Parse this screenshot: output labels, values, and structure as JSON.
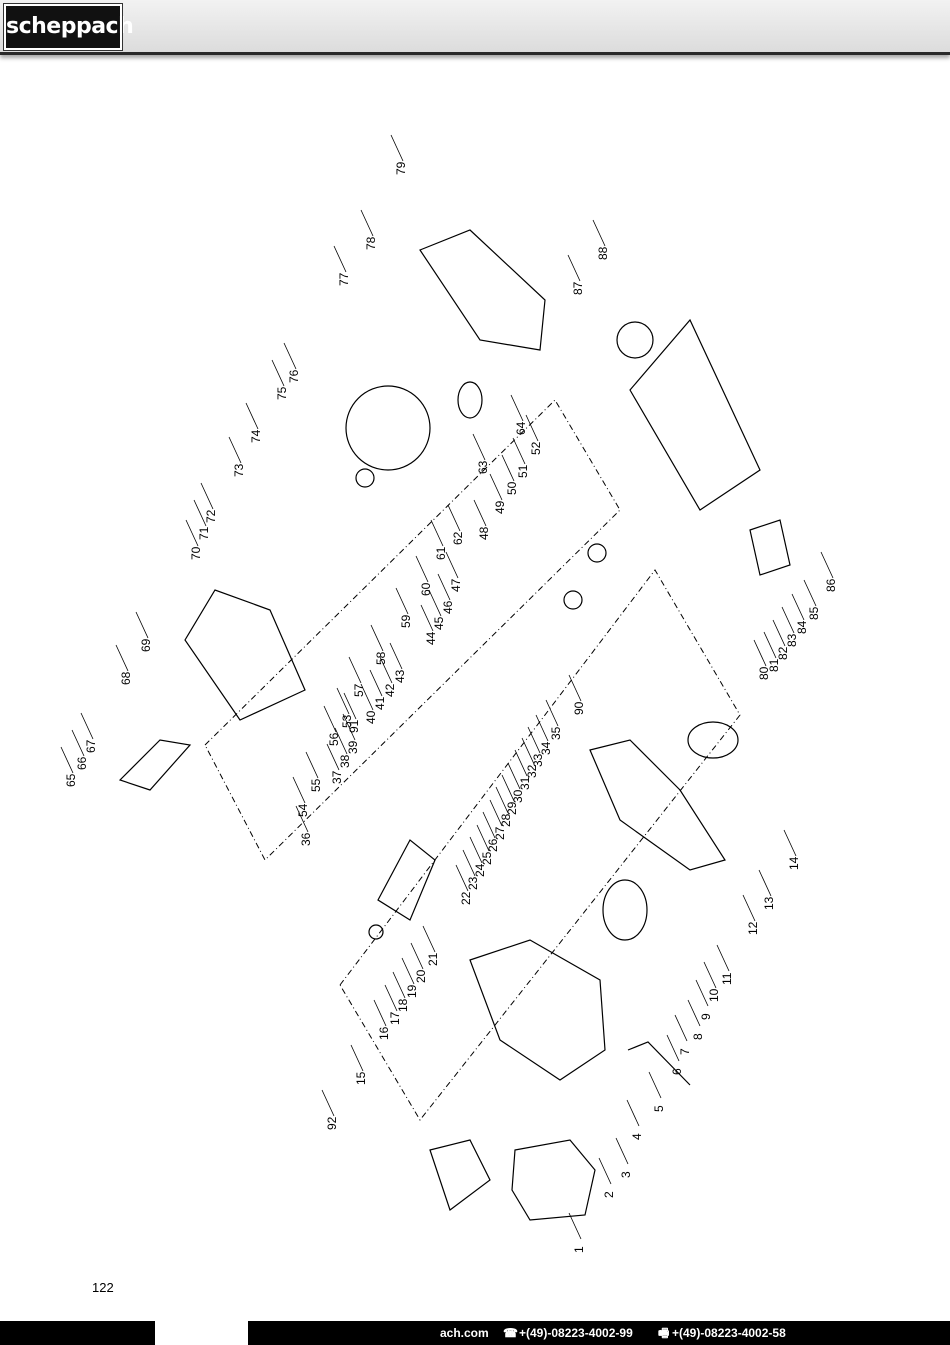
{
  "header": {
    "logo_text": "scheppach"
  },
  "diagram": {
    "callouts": [
      {
        "n": "1"
      },
      {
        "n": "2"
      },
      {
        "n": "3"
      },
      {
        "n": "4"
      },
      {
        "n": "5"
      },
      {
        "n": "6"
      },
      {
        "n": "7"
      },
      {
        "n": "8"
      },
      {
        "n": "9"
      },
      {
        "n": "10"
      },
      {
        "n": "11"
      },
      {
        "n": "12"
      },
      {
        "n": "13"
      },
      {
        "n": "14"
      },
      {
        "n": "15"
      },
      {
        "n": "16"
      },
      {
        "n": "17"
      },
      {
        "n": "18"
      },
      {
        "n": "19"
      },
      {
        "n": "20"
      },
      {
        "n": "21"
      },
      {
        "n": "22"
      },
      {
        "n": "23"
      },
      {
        "n": "24"
      },
      {
        "n": "25"
      },
      {
        "n": "26"
      },
      {
        "n": "27"
      },
      {
        "n": "28"
      },
      {
        "n": "29"
      },
      {
        "n": "30"
      },
      {
        "n": "31"
      },
      {
        "n": "32"
      },
      {
        "n": "33"
      },
      {
        "n": "34"
      },
      {
        "n": "35"
      },
      {
        "n": "36"
      },
      {
        "n": "37"
      },
      {
        "n": "38"
      },
      {
        "n": "39"
      },
      {
        "n": "40"
      },
      {
        "n": "41"
      },
      {
        "n": "42"
      },
      {
        "n": "43"
      },
      {
        "n": "44"
      },
      {
        "n": "45"
      },
      {
        "n": "46"
      },
      {
        "n": "47"
      },
      {
        "n": "48"
      },
      {
        "n": "49"
      },
      {
        "n": "50"
      },
      {
        "n": "51"
      },
      {
        "n": "52"
      },
      {
        "n": "53"
      },
      {
        "n": "54"
      },
      {
        "n": "55"
      },
      {
        "n": "56"
      },
      {
        "n": "57"
      },
      {
        "n": "58"
      },
      {
        "n": "59"
      },
      {
        "n": "60"
      },
      {
        "n": "61"
      },
      {
        "n": "62"
      },
      {
        "n": "63"
      },
      {
        "n": "64"
      },
      {
        "n": "65"
      },
      {
        "n": "66"
      },
      {
        "n": "67"
      },
      {
        "n": "68"
      },
      {
        "n": "69"
      },
      {
        "n": "70"
      },
      {
        "n": "71"
      },
      {
        "n": "72"
      },
      {
        "n": "73"
      },
      {
        "n": "74"
      },
      {
        "n": "75"
      },
      {
        "n": "76"
      },
      {
        "n": "77"
      },
      {
        "n": "78"
      },
      {
        "n": "79"
      },
      {
        "n": "80"
      },
      {
        "n": "81"
      },
      {
        "n": "82"
      },
      {
        "n": "83"
      },
      {
        "n": "84"
      },
      {
        "n": "85"
      },
      {
        "n": "86"
      },
      {
        "n": "87"
      },
      {
        "n": "88"
      },
      {
        "n": "90"
      },
      {
        "n": "91"
      },
      {
        "n": "92"
      }
    ]
  },
  "page": {
    "number": "122"
  },
  "footer": {
    "web": "ach.com",
    "phone_icon": "telephone-icon",
    "phone": "+(49)-08223-4002-99",
    "fax_icon": "fax-icon",
    "fax": "+(49)-08223-4002-58"
  }
}
